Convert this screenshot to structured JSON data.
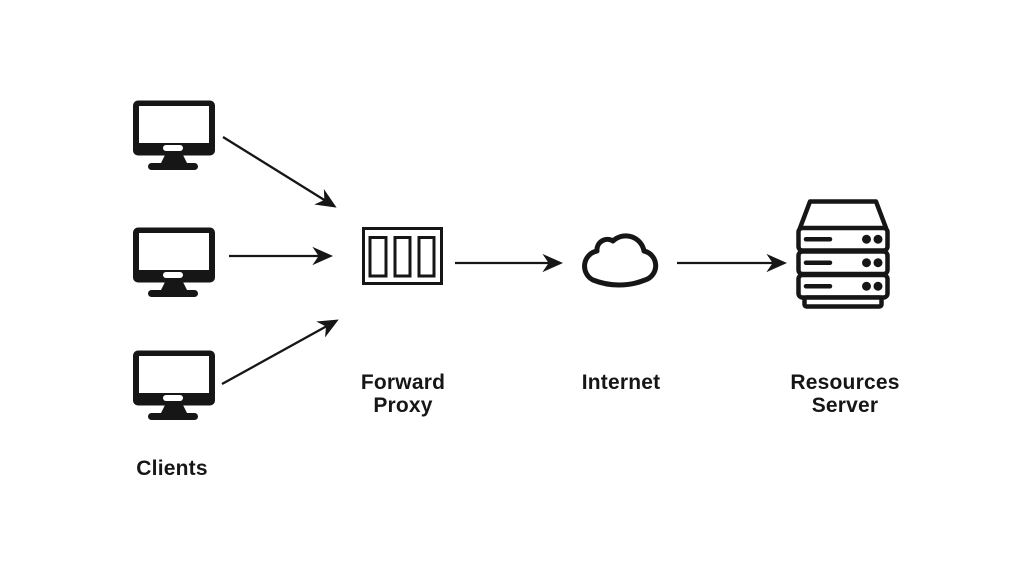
{
  "diagram": {
    "background": "#ffffff",
    "ink": "#161616",
    "labels": {
      "clients": "Clients",
      "forward_proxy_line1": "Forward",
      "forward_proxy_line2": "Proxy",
      "internet": "Internet",
      "resources_server_line1": "Resources",
      "resources_server_line2": "Server"
    },
    "nodes": [
      {
        "id": "clients",
        "type": "client-monitors",
        "count": 3,
        "label": "Clients"
      },
      {
        "id": "forward-proxy",
        "type": "proxy-box",
        "label": "Forward Proxy"
      },
      {
        "id": "internet",
        "type": "cloud",
        "label": "Internet"
      },
      {
        "id": "resources-server",
        "type": "server-stack",
        "label": "Resources Server"
      }
    ],
    "edges": [
      {
        "from": "client-1",
        "to": "forward-proxy"
      },
      {
        "from": "client-2",
        "to": "forward-proxy"
      },
      {
        "from": "client-3",
        "to": "forward-proxy"
      },
      {
        "from": "forward-proxy",
        "to": "internet"
      },
      {
        "from": "internet",
        "to": "resources-server"
      }
    ]
  }
}
